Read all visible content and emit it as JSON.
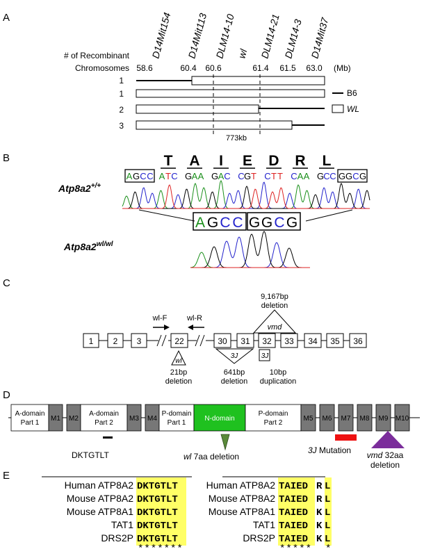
{
  "panel_a": {
    "letter": "A",
    "markers": [
      "D14Mit154",
      "D14Mit113",
      "DLM14-10",
      "wl",
      "DLM14-21",
      "DLM14-3",
      "D14Mit37"
    ],
    "header_line1": "# of Recombinant",
    "header_line2": "Chromosomes",
    "positions": [
      "58.6",
      "60.4",
      "60.6",
      "61.4",
      "61.5",
      "63.0"
    ],
    "unit": "(Mb)",
    "row_counts": [
      "1",
      "1",
      "2",
      "3"
    ],
    "legend_b6": "B6",
    "legend_wl": "WL",
    "interval": "773kb"
  },
  "panel_b": {
    "letter": "B",
    "amino_acids": [
      "T",
      "A",
      "I",
      "E",
      "D",
      "R",
      "L"
    ],
    "seq_left_box": [
      "A",
      "G",
      "C",
      "C"
    ],
    "codons": [
      "ATC",
      "GAA",
      "GAC",
      "CGT",
      "CTT",
      "CAA",
      "GCC"
    ],
    "seq_right_box": [
      "G",
      "G",
      "C",
      "G"
    ],
    "wt_label_base": "Atp8a2",
    "wt_label_sup": "+/+",
    "mut_label_base": "Atp8a2",
    "mut_label_sup": "wl/wl",
    "mut_box_left": [
      "A",
      "G",
      "C",
      "C"
    ],
    "mut_box_right": [
      "G",
      "G",
      "C",
      "G"
    ],
    "colors": {
      "A": "#1a8f1a",
      "C": "#2222cc",
      "G": "#000000",
      "T": "#dd2222"
    }
  },
  "panel_c": {
    "letter": "C",
    "exons_left": [
      "1",
      "2",
      "3"
    ],
    "exons_mid": [
      "22"
    ],
    "exons_right": [
      "30",
      "31",
      "32",
      "33",
      "34",
      "35",
      "36"
    ],
    "primer_f": "wl-F",
    "primer_r": "wl-R",
    "vmd_size_1": "9,167bp",
    "vmd_size_2": "deletion",
    "vmd_label": "vmd",
    "wl_label": "wl",
    "wl_size_1": "21bp",
    "wl_size_2": "deletion",
    "j3_label": "3J",
    "j3_del_1": "641bp",
    "j3_del_2": "deletion",
    "j3_dup_label": "3J",
    "j3_dup_1": "10bp",
    "j3_dup_2": "duplication"
  },
  "panel_d": {
    "letter": "D",
    "domains": [
      {
        "l1": "A-domain",
        "l2": "Part 1",
        "kind": "white"
      },
      {
        "l1": "M1",
        "l2": "",
        "kind": "gray"
      },
      {
        "l1": "M2",
        "l2": "",
        "kind": "gray"
      },
      {
        "l1": "A-domain",
        "l2": "Part 2",
        "kind": "white"
      },
      {
        "l1": "M3",
        "l2": "",
        "kind": "gray"
      },
      {
        "l1": "M4",
        "l2": "",
        "kind": "gray"
      },
      {
        "l1": "P-domain",
        "l2": "Part 1",
        "kind": "white"
      },
      {
        "l1": "N-domain",
        "l2": "",
        "kind": "green"
      },
      {
        "l1": "P-domain",
        "l2": "Part 2",
        "kind": "white"
      },
      {
        "l1": "M5",
        "l2": "",
        "kind": "gray"
      },
      {
        "l1": "M6",
        "l2": "",
        "kind": "gray"
      },
      {
        "l1": "M7",
        "l2": "",
        "kind": "gray"
      },
      {
        "l1": "M8",
        "l2": "",
        "kind": "gray"
      },
      {
        "l1": "M9",
        "l2": "",
        "kind": "gray"
      },
      {
        "l1": "M10",
        "l2": "",
        "kind": "gray"
      }
    ],
    "motif_label": "DKTGTLT",
    "wl_italic": "wl",
    "wl_rest": " 7aa deletion",
    "j3_italic": "3J",
    "j3_rest": " Mutation",
    "vmd_italic": "vmd",
    "vmd_rest": " 32aa",
    "vmd_line2": "deletion",
    "colors": {
      "green": "#1fc11f",
      "gray": "#777777",
      "red": "#ee1111",
      "purple": "#7b2d9b",
      "olive": "#5a8a3a"
    }
  },
  "panel_e": {
    "letter": "E",
    "left": {
      "species": [
        "Human ATP8A2",
        "Mouse ATP8A2",
        "Mouse ATP8A1",
        "TAT1",
        "DRS2P"
      ],
      "seqs": [
        "DKTGTLT",
        "DKTGTLT",
        "DKTGTLT",
        "DKTGTLT",
        "DKTGTLT"
      ],
      "stars": "*******"
    },
    "right": {
      "species": [
        "Human ATP8A2",
        "Mouse ATP8A2",
        "Mouse ATP8A1",
        "TAT1",
        "DRS2P"
      ],
      "seqs_hl": [
        "TAIED",
        "TAIED",
        "TAIED",
        "TAIED",
        "TAIED"
      ],
      "seqs_mid": [
        "R",
        "R",
        "K",
        "K",
        "K"
      ],
      "seqs_end": [
        "L",
        "L",
        "L",
        "L",
        "L"
      ],
      "stars_hl": "*****",
      "star_end": "*"
    },
    "highlight_color": "#ffff66"
  }
}
